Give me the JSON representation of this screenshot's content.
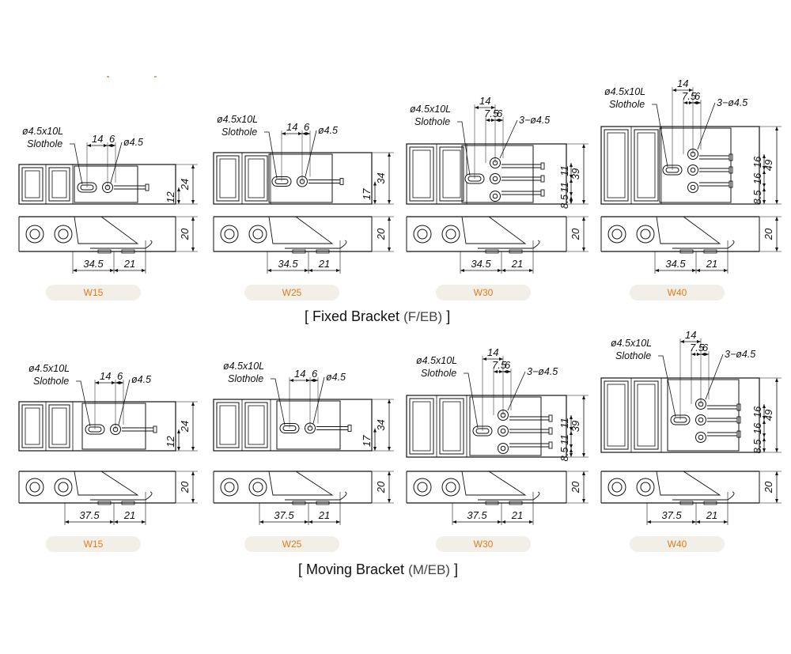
{
  "accent_color": "#e37b1c",
  "pill_bg": "#f1efe7",
  "labels": {
    "slot": "ø4.5x10L",
    "slothole": "Slothole",
    "hole": "ø4.5",
    "holes3": "3−ø4.5"
  },
  "fixed": {
    "title_open": "[ Fixed Bracket",
    "title_code": "(F/EB)",
    "title_close": "]",
    "dim_a": "34.5",
    "dim_b": "21",
    "items": [
      {
        "size": "W15",
        "h": "24",
        "h2": "12",
        "chain": "20",
        "s1": "14",
        "s2": "6"
      },
      {
        "size": "W25",
        "h": "34",
        "h2": "17",
        "chain": "20",
        "s1": "14",
        "s2": "6"
      },
      {
        "size": "W30",
        "h": "39",
        "h2a": "11",
        "h2b": "11",
        "h2c": "8.5",
        "chain": "20",
        "s1": "14",
        "s2": "7.5",
        "s3": "6"
      },
      {
        "size": "W40",
        "h": "49",
        "h2a": "16",
        "h2b": "16",
        "h2c": "8.5",
        "chain": "20",
        "s1": "14",
        "s2": "7.5",
        "s3": "6"
      }
    ]
  },
  "moving": {
    "title_open": "[ Moving Bracket",
    "title_code": "(M/EB)",
    "title_close": "]",
    "dim_a": "37.5",
    "dim_b": "21",
    "items": [
      {
        "size": "W15",
        "h": "24",
        "h2": "12",
        "chain": "20",
        "s1": "14",
        "s2": "6"
      },
      {
        "size": "W25",
        "h": "34",
        "h2": "17",
        "chain": "20",
        "s1": "14",
        "s2": "6"
      },
      {
        "size": "W30",
        "h": "39",
        "h2a": "11",
        "h2b": "11",
        "h2c": "8.5",
        "chain": "20",
        "s1": "14",
        "s2": "7.5",
        "s3": "6"
      },
      {
        "size": "W40",
        "h": "49",
        "h2a": "16",
        "h2b": "16",
        "h2c": "8.5",
        "chain": "20",
        "s1": "14",
        "s2": "7.5",
        "s3": "6"
      }
    ]
  }
}
